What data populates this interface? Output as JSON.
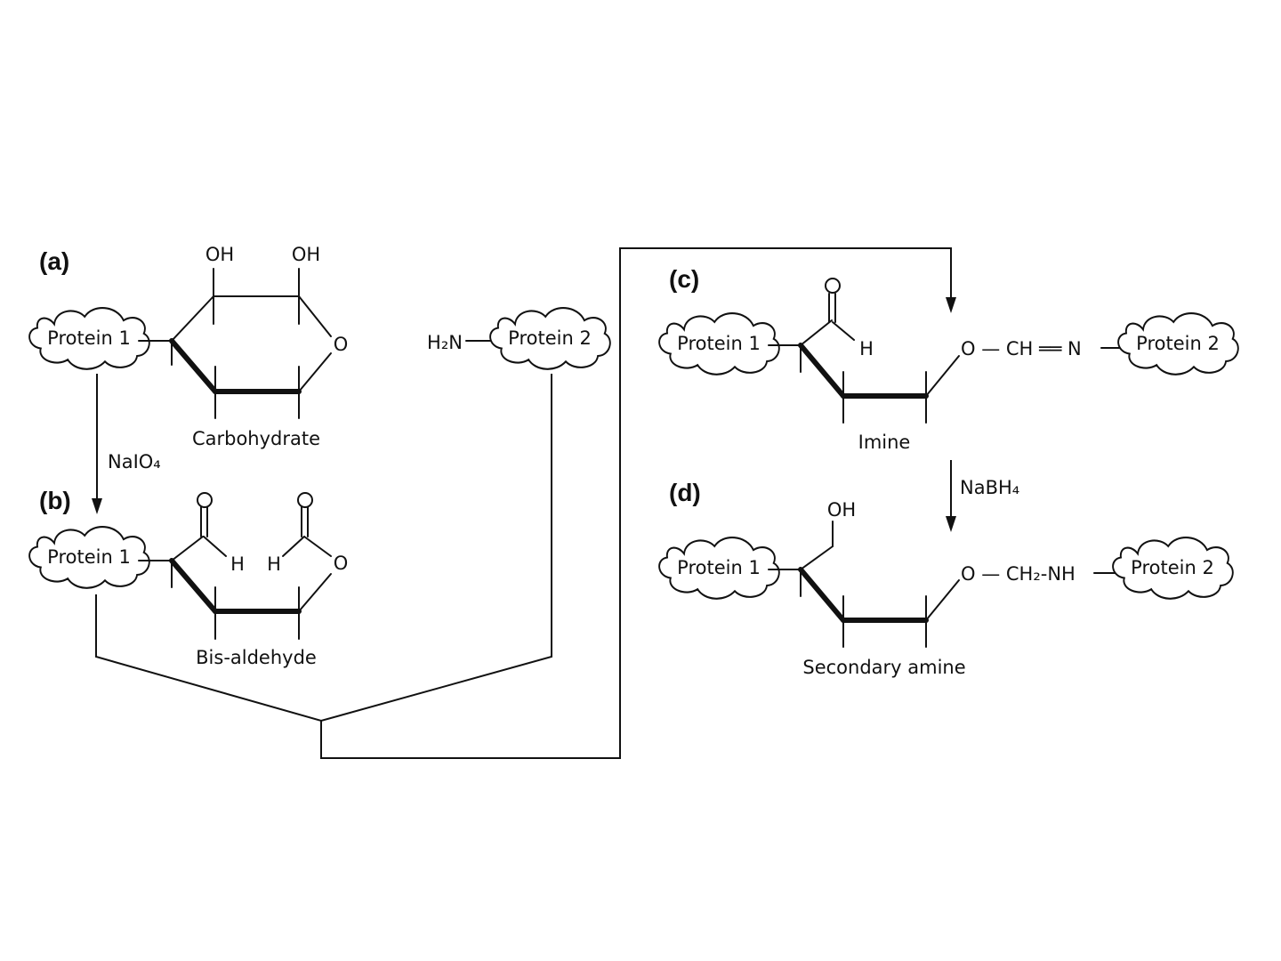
{
  "panels": {
    "a": "(a)",
    "b": "(b)",
    "c": "(c)",
    "d": "(d)"
  },
  "proteins": {
    "protein1": "Protein 1",
    "protein2": "Protein 2"
  },
  "atoms": {
    "oh": "OH",
    "o": "O",
    "h": "H",
    "h2n": "H₂N",
    "imine_link": "O — CH ══ N",
    "amine_link": "O — CH₂-NH"
  },
  "reagents": {
    "periodate": "NaIO₄",
    "borohydride": "NaBH₄"
  },
  "captions": {
    "carbohydrate": "Carbohydrate",
    "bis_aldehyde": "Bis-aldehyde",
    "imine": "Imine",
    "secondary_amine": "Secondary amine"
  },
  "colors": {
    "ink": "#111111",
    "background": "#ffffff"
  }
}
